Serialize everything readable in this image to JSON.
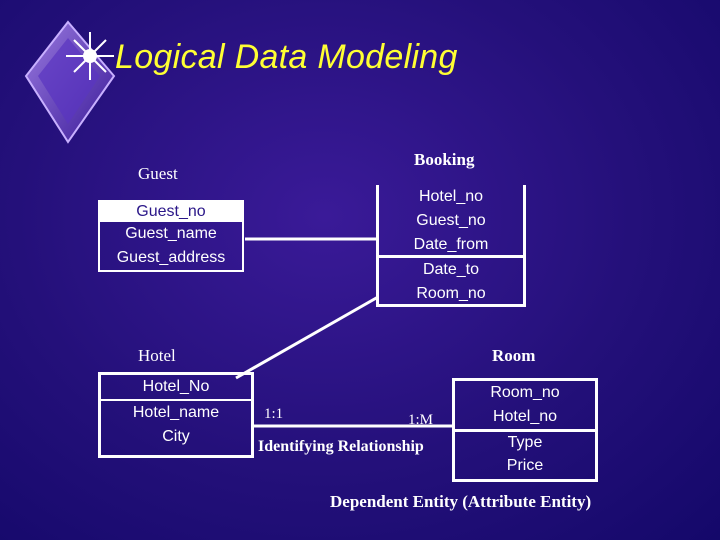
{
  "title": "Logical Data Modeling",
  "entities": {
    "guest": {
      "name": "Guest",
      "key": "Guest_no",
      "attrs": [
        "Guest_name",
        "Guest_address"
      ]
    },
    "booking": {
      "name": "Booking",
      "attrs": [
        "Hotel_no",
        "Guest_no",
        "Date_from",
        "Date_to",
        "Room_no"
      ]
    },
    "hotel": {
      "name": "Hotel",
      "key": "Hotel_No",
      "attrs": [
        "Hotel_name",
        "City"
      ]
    },
    "room": {
      "name": "Room",
      "attrs": [
        "Room_no",
        "Hotel_no",
        "Type",
        "Price"
      ]
    }
  },
  "relationship": {
    "left_card": "1:1",
    "right_card": "1:M",
    "label": "Identifying Relationship"
  },
  "footnote": "Dependent Entity (Attribute Entity)",
  "icons": {
    "logo": "star-burst-diamond-icon"
  },
  "colors": {
    "title": "#ffff33",
    "background": "#24107a"
  }
}
